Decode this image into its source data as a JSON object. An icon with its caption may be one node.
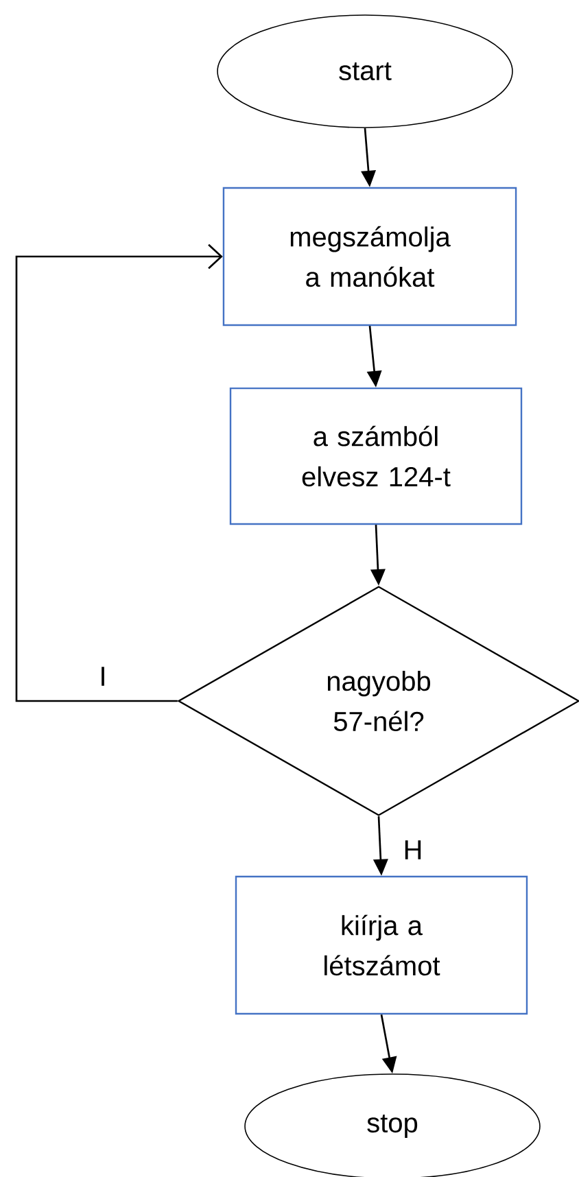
{
  "diagram": {
    "nodes": [
      {
        "text": [
          "start"
        ]
      },
      {
        "text": [
          "megszámolja a manókat"
        ]
      },
      {
        "text": [
          "a számból elvesz 124-t"
        ]
      },
      {
        "text": [
          "nagyobb 57-nél?"
        ]
      },
      {
        "text": [
          "kiírja a létszámot"
        ]
      },
      {
        "text": [
          "stop"
        ]
      }
    ],
    "edges": [
      {
        "from": 0,
        "to": 1,
        "arrow": "to"
      },
      {
        "from": 1,
        "to": 2,
        "arrow": "to"
      },
      {
        "from": 2,
        "to": 3,
        "arrow": "to"
      },
      {
        "from": 3,
        "to": 1,
        "arrow": "to",
        "label": "I"
      },
      {
        "from": 3,
        "to": 4,
        "arrow": "to",
        "label": "H"
      },
      {
        "from": 4,
        "to": 5,
        "arrow": "to"
      }
    ]
  }
}
